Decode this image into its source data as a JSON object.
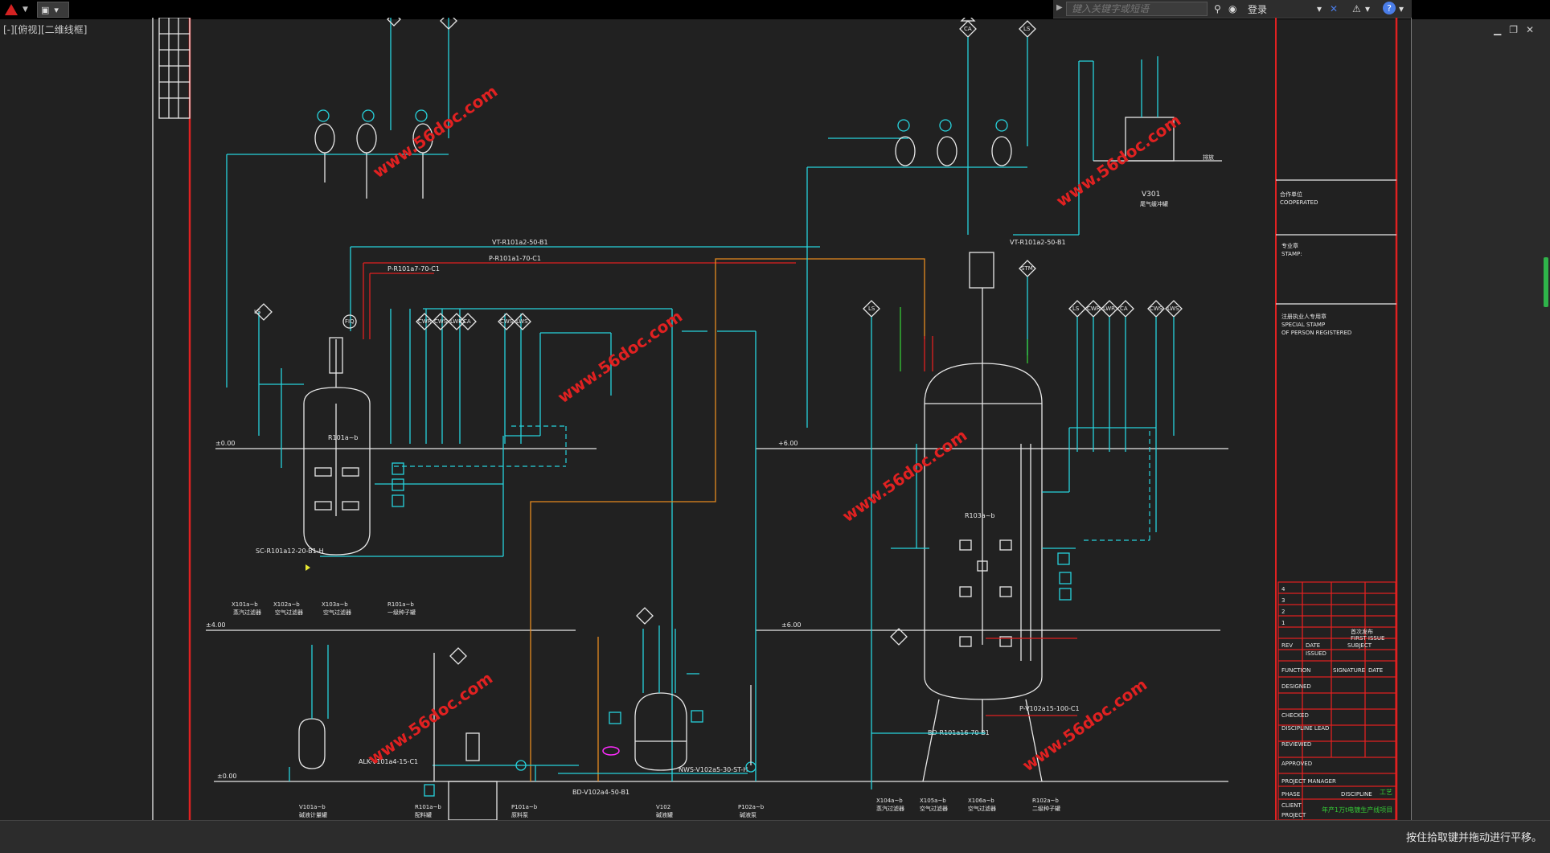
{
  "toolbar": {
    "search_placeholder": "键入关键字或短语",
    "login_label": "登录",
    "help_label": "?"
  },
  "viewport": {
    "label": "[-][俯视][二维线框]"
  },
  "status": {
    "message": "按住拾取键并拖动进行平移。"
  },
  "drawing": {
    "elevations": [
      "±0.00",
      "+6.00",
      "±4.00",
      "±6.00",
      "±0.00"
    ],
    "left_tags": [
      "FIQ",
      "LS",
      "CWR",
      "CWS",
      "LWR",
      "CA",
      "LS",
      "CWS",
      "LWS"
    ],
    "right_tags": [
      "CA",
      "LS",
      "LS",
      "STM",
      "LS",
      "CWR",
      "LWR",
      "CA",
      "CWS",
      "LWS"
    ],
    "lines": {
      "vt_line": "VT-R101a2-50-B1",
      "p_line": "P-R101a1-70-C1",
      "p_line2": "P-R101a7-70-C1",
      "vt_line2": "VT-R101a2-50-B1",
      "alk_line": "ALK-V101a4-15-C1",
      "nws_line": "NWS-V102a5-30-ST-H",
      "bd_line": "BD-V102a4-50-B1",
      "p_line3": "P-V102a15-100-C1",
      "bd_line2": "BD-R101a16-70-B1",
      "sc_line": "SC-R101a12-20-B1-H"
    },
    "equipment": [
      "R101a~b",
      "R103a~b",
      "V101a~b",
      "V102",
      "X101a~b",
      "X102a~b",
      "X103a~b",
      "X104a~b",
      "X105a~b",
      "X106a~b",
      "P101a~b",
      "P102a~b",
      "V301"
    ],
    "bottom_labels": [
      {
        "code": "V101a~b",
        "desc": "碱液计量罐"
      },
      {
        "code": "R101a~b",
        "desc": "配料罐"
      },
      {
        "code": "P101a~b",
        "desc": "原料泵"
      },
      {
        "code": "V102",
        "desc": "碱液罐"
      },
      {
        "code": "P102a~b",
        "desc": "碱液泵"
      },
      {
        "code": "X104a~b",
        "desc": "蒸汽过滤器"
      },
      {
        "code": "X105a~b",
        "desc": "空气过滤器"
      },
      {
        "code": "X106a~b",
        "desc": "空气过滤器"
      },
      {
        "code": "R102a~b",
        "desc": "二级种子罐"
      }
    ],
    "left_filter_labels": [
      {
        "code": "X101a~b",
        "desc": "蒸汽过滤器"
      },
      {
        "code": "X102a~b",
        "desc": "空气过滤器"
      },
      {
        "code": "X103a~b",
        "desc": "空气过滤器"
      },
      {
        "code": "R101a~b",
        "desc": "一级种子罐"
      }
    ],
    "watermark": "www.56doc.com",
    "vent_label": "V301",
    "vent_desc": "尾气缓冲罐",
    "ws_label": "排放"
  },
  "titleblock": {
    "cooperated": "合作单位",
    "cooperated_en": "COOPERATED",
    "stamp": "专业章",
    "stamp_en": "STAMP:",
    "special_stamp": "注册执业人专用章",
    "special_stamp_en": "SPECIAL STAMP",
    "special_stamp_en2": "OF PERSON REGISTERED",
    "rev_rows": [
      "4",
      "3",
      "2",
      "1"
    ],
    "issue_cn": "首次发布",
    "issue_en": "FIRST ISSUE",
    "rev": "REV",
    "date": "DATE",
    "issued": "ISSUED",
    "subject": "SUBJECT",
    "function": "FUNCTION",
    "signature": "SIGNATURE",
    "designed": "DESIGNED",
    "checked": "CHECKED",
    "discipline_lead": "DISCIPLINE LEAD",
    "reviewed": "REVIEWED",
    "approved": "APPROVED",
    "project_manager": "PROJECT MANAGER",
    "phase": "PHASE",
    "discipline": "DISCIPLINE",
    "discipline_val": "工艺",
    "client": "CLIENT",
    "project": "PROJECT",
    "project_name": "年产1万t电镀生产线项目"
  },
  "colors": {
    "cyan": "#27d3dd",
    "red": "#e02121",
    "orange": "#e58a1f",
    "white": "#e8e8e8",
    "yellow": "#e8e833",
    "green": "#35c935",
    "magenta": "#ff2cff",
    "bg": "#212121"
  }
}
